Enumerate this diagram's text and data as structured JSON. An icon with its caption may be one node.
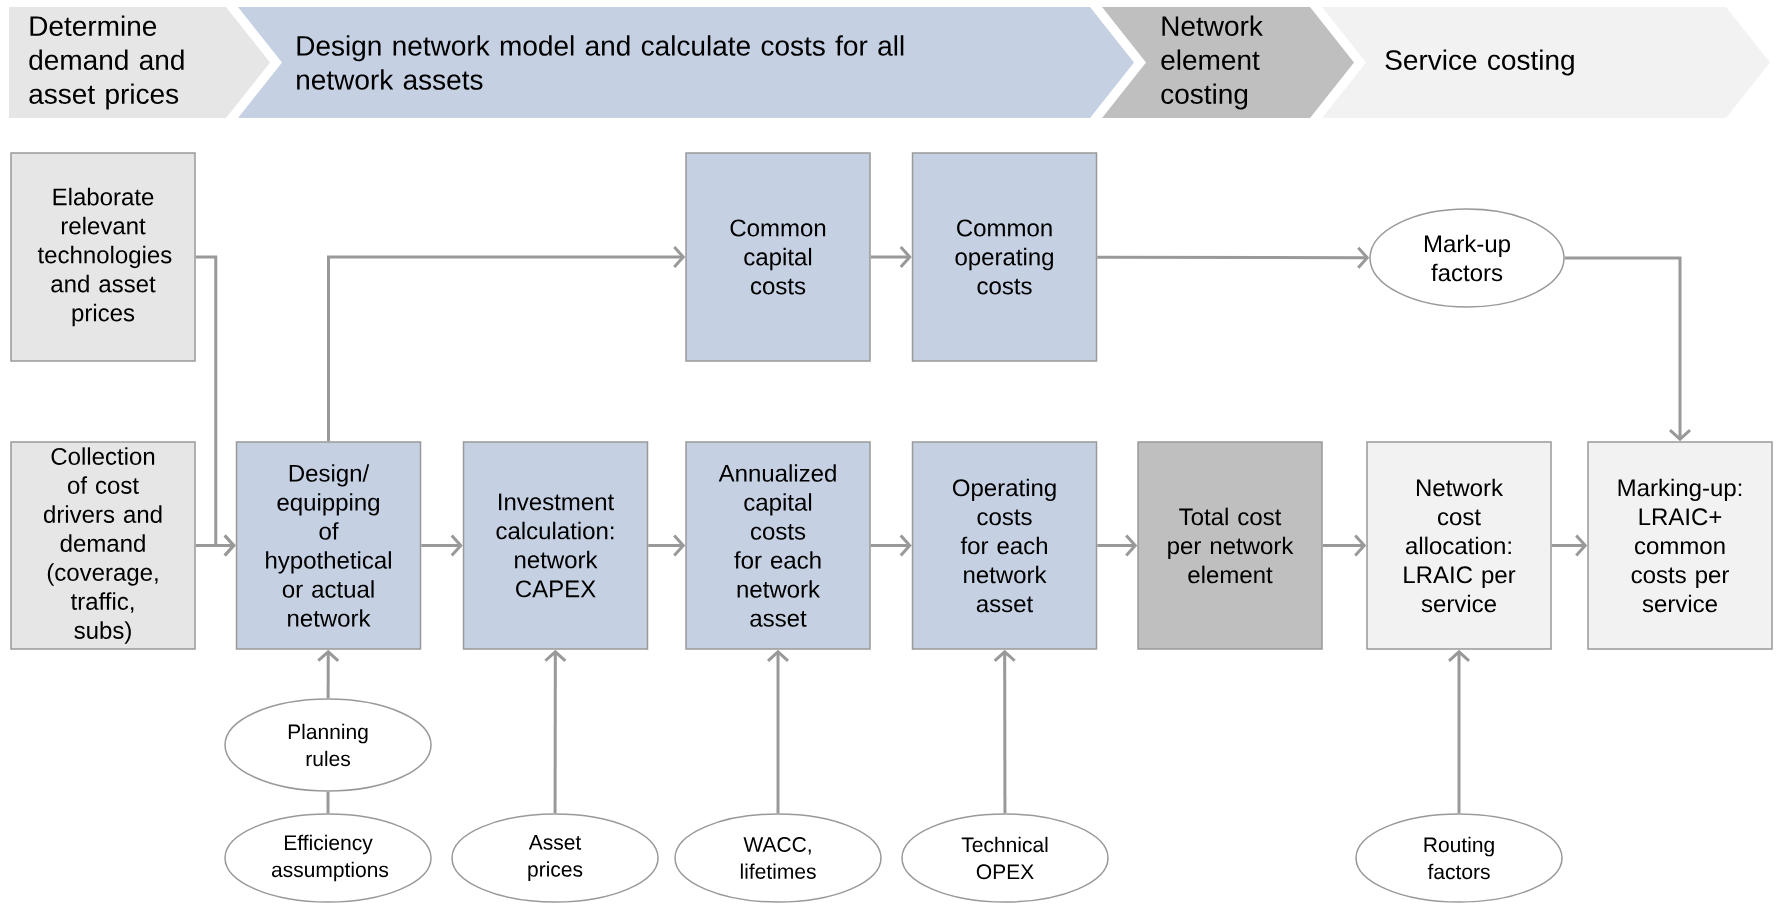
{
  "diagram": {
    "nodes": [
      {
        "text": [
          "Determine demand and asset prices"
        ]
      },
      {
        "text": [
          "Design network model and calculate costs for all network assets"
        ]
      },
      {
        "text": [
          "Network element costing"
        ]
      },
      {
        "text": [
          "Service costing"
        ]
      },
      {
        "text": [
          "Elaborate relevant technologies and asset prices"
        ]
      },
      {
        "text": [
          "Common capital costs"
        ]
      },
      {
        "text": [
          "Common operating costs"
        ]
      },
      {
        "text": [
          "Mark-up factors"
        ]
      },
      {
        "text": [
          "Collection of cost drivers and demand (coverage, traffic, subs)"
        ]
      },
      {
        "text": [
          "Design/ equipping of hypothetical or actual network"
        ]
      },
      {
        "text": [
          "Investment calculation: network CAPEX"
        ]
      },
      {
        "text": [
          "Annualized capital costs for each network asset"
        ]
      },
      {
        "text": [
          "Operating costs for each network asset"
        ]
      },
      {
        "text": [
          "Total cost per network element"
        ]
      },
      {
        "text": [
          "Network cost allocation: LRAIC per service"
        ]
      },
      {
        "text": [
          "Marking-up: LRAIC+ common costs per service"
        ]
      },
      {
        "text": [
          "Planning rules"
        ]
      },
      {
        "text": [
          "Efficiency assumptions"
        ]
      },
      {
        "text": [
          "Asset prices"
        ]
      },
      {
        "text": [
          "WACC, lifetimes"
        ]
      },
      {
        "text": [
          "Technical OPEX"
        ]
      },
      {
        "text": [
          "Routing factors"
        ]
      }
    ],
    "edges": [
      {
        "from": 4,
        "to": 9,
        "arrow": "to"
      },
      {
        "from": 8,
        "to": 9,
        "arrow": "to"
      },
      {
        "from": 9,
        "to": 5,
        "arrow": "to"
      },
      {
        "from": 5,
        "to": 6,
        "arrow": "to"
      },
      {
        "from": 6,
        "to": 7,
        "arrow": "to"
      },
      {
        "from": 7,
        "to": 15,
        "arrow": "to"
      },
      {
        "from": 9,
        "to": 10,
        "arrow": "to"
      },
      {
        "from": 10,
        "to": 11,
        "arrow": "to"
      },
      {
        "from": 11,
        "to": 12,
        "arrow": "to"
      },
      {
        "from": 12,
        "to": 13,
        "arrow": "to"
      },
      {
        "from": 13,
        "to": 14,
        "arrow": "to"
      },
      {
        "from": 14,
        "to": 15,
        "arrow": "to"
      },
      {
        "from": 16,
        "to": 9,
        "arrow": "to"
      },
      {
        "from": 17,
        "to": 16,
        "arrow": "none"
      },
      {
        "from": 18,
        "to": 10,
        "arrow": "to"
      },
      {
        "from": 19,
        "to": 11,
        "arrow": "to"
      },
      {
        "from": 20,
        "to": 12,
        "arrow": "to"
      },
      {
        "from": 21,
        "to": 14,
        "arrow": "to"
      }
    ]
  }
}
